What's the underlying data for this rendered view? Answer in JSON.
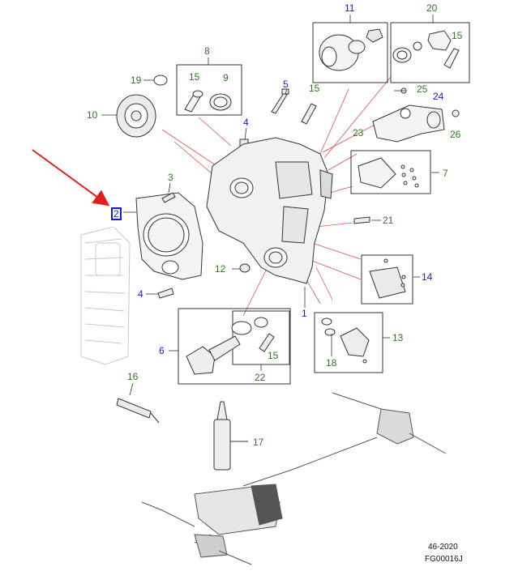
{
  "colors": {
    "green_label": "#2a7a1f",
    "blue_label": "#1a1ac0",
    "leader_red": "#e05050",
    "arrow_red": "#e02020",
    "line_art": "#333333",
    "ghost": "#c8c8c8"
  },
  "callouts": [
    {
      "text": "11",
      "color": "blue"
    },
    {
      "text": "20",
      "color": "green"
    },
    {
      "text": "15",
      "color": "green"
    },
    {
      "text": "8",
      "color": "green"
    },
    {
      "text": "19",
      "color": "green"
    },
    {
      "text": "15",
      "color": "green"
    },
    {
      "text": "9",
      "color": "green"
    },
    {
      "text": "5",
      "color": "blue"
    },
    {
      "text": "15",
      "color": "green"
    },
    {
      "text": "25",
      "color": "green"
    },
    {
      "text": "24",
      "color": "blue"
    },
    {
      "text": "10",
      "color": "green"
    },
    {
      "text": "4",
      "color": "blue"
    },
    {
      "text": "23",
      "color": "green"
    },
    {
      "text": "26",
      "color": "green"
    },
    {
      "text": "7",
      "color": "green"
    },
    {
      "text": "3",
      "color": "green"
    },
    {
      "text": "2",
      "color": "blue"
    },
    {
      "text": "21",
      "color": "green"
    },
    {
      "text": "12",
      "color": "green"
    },
    {
      "text": "14",
      "color": "blue"
    },
    {
      "text": "4",
      "color": "blue"
    },
    {
      "text": "1",
      "color": "blue"
    },
    {
      "text": "6",
      "color": "blue"
    },
    {
      "text": "15",
      "color": "green"
    },
    {
      "text": "13",
      "color": "green"
    },
    {
      "text": "18",
      "color": "green"
    },
    {
      "text": "22",
      "color": "green"
    },
    {
      "text": "16",
      "color": "green"
    },
    {
      "text": "17",
      "color": "green"
    }
  ],
  "footer": {
    "date_code": "46-2020",
    "figure_id": "FG00016J"
  }
}
